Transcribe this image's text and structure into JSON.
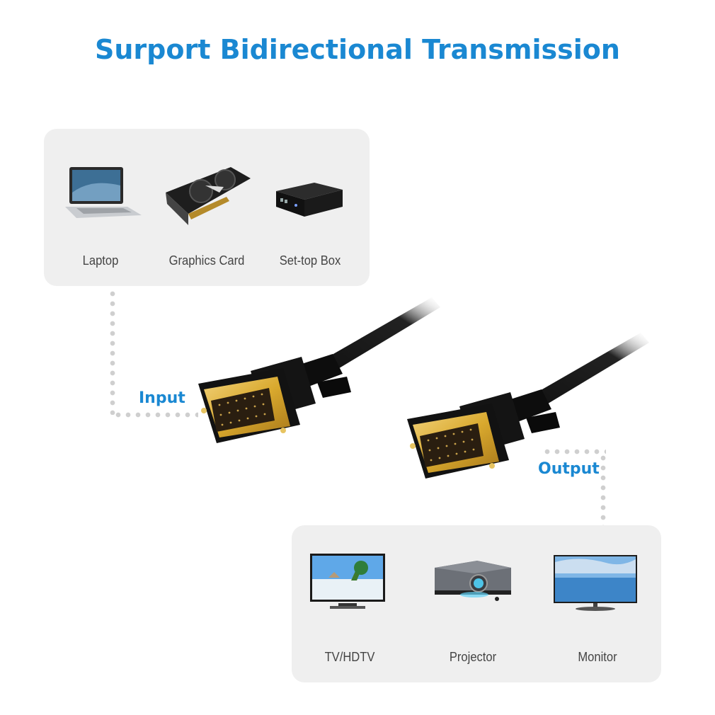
{
  "title": "Surport Bidirectional Transmission",
  "source_panel": {
    "devices": [
      {
        "label": "Laptop",
        "icon": "laptop-icon"
      },
      {
        "label": "Graphics Card",
        "icon": "graphics-card-icon"
      },
      {
        "label": "Set-top Box",
        "icon": "set-top-box-icon"
      }
    ]
  },
  "destination_panel": {
    "devices": [
      {
        "label": "TV/HDTV",
        "icon": "tv-icon"
      },
      {
        "label": "Projector",
        "icon": "projector-icon"
      },
      {
        "label": "Monitor",
        "icon": "monitor-icon"
      }
    ]
  },
  "connectors": {
    "input_label": "Input",
    "output_label": "Output"
  },
  "colors": {
    "accent": "#1a88d2",
    "panel_bg": "#efefef",
    "gold": "#d9a92e",
    "cable": "#111111"
  }
}
